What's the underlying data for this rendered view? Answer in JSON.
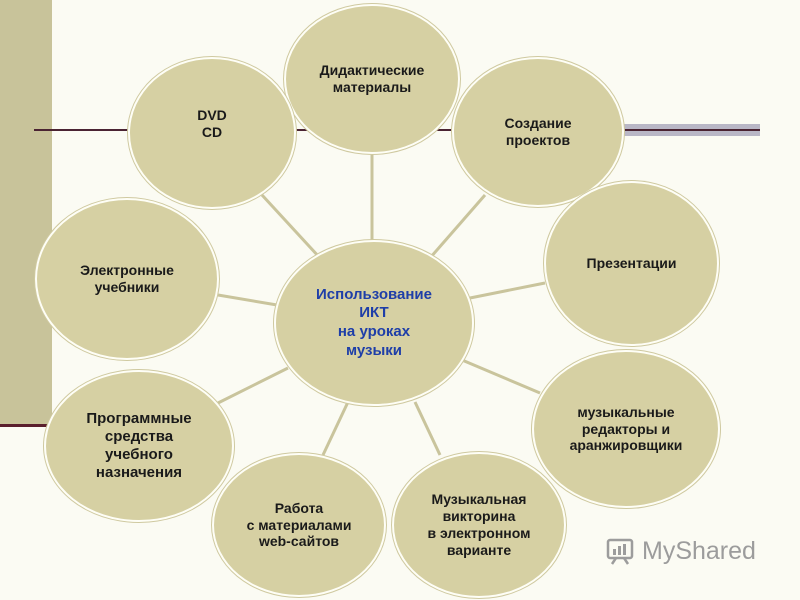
{
  "center": {
    "text": "Использование\nИКТ\nна уроках\nмузыки"
  },
  "nodes": {
    "didactic": "Дидактические\nматериалы",
    "dvd": "DVD\nCD",
    "projects": "Создание\nпроектов",
    "presentations": "Презентации",
    "e_textbooks": "Электронные\nучебники",
    "music_editors": "музыкальные\nредакторы и\nаранжировщики",
    "software": "Программные\nсредства\nучебного\nназначения",
    "web": "Работа\nс материалами\nweb-сайтов",
    "quiz": "Музыкальная\nвикторина\nв электронном\nварианте"
  },
  "watermark": {
    "text": "MyShared"
  },
  "colors": {
    "node_fill": "#d6d0a3",
    "center_text": "#1e3ea8",
    "band": "#c8c39a"
  }
}
